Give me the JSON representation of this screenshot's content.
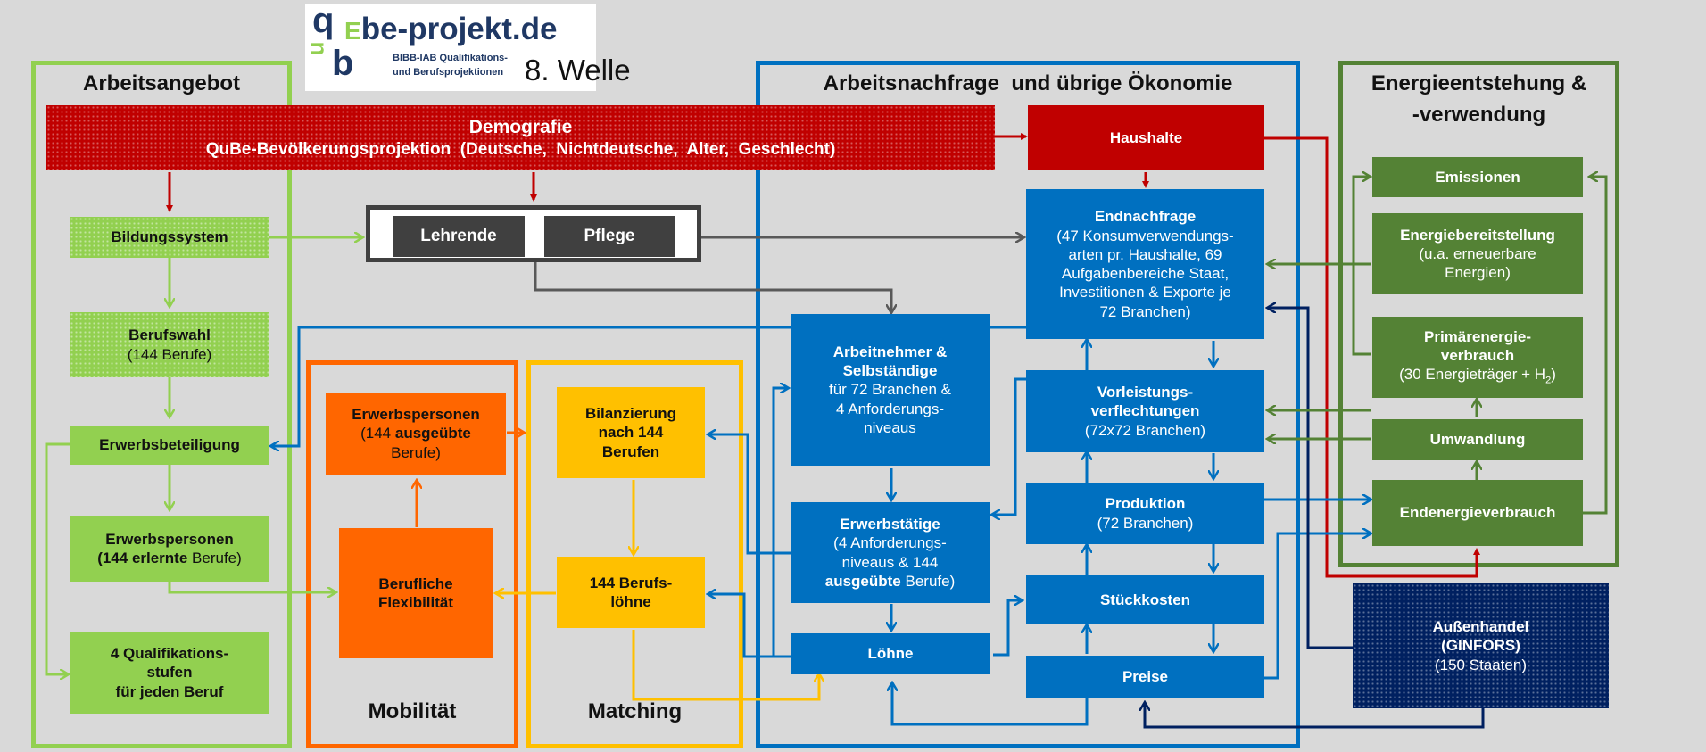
{
  "logo": {
    "q": "q",
    "u": "u",
    "b": "b",
    "e": "E",
    "brand_rest": "be-projekt.de",
    "sub1": "BIBB-IAB Qualifikations-",
    "sub2": "und Berufsprojektionen"
  },
  "welle": "8. Welle",
  "sections": {
    "arbeitsangebot": "Arbeitsangebot",
    "arbeitsnachfrage": "Arbeitsnachfrage  und übrige Ökonomie",
    "energie_line1": "Energieentstehung &",
    "energie_line2": "-verwendung",
    "mobilitaet": "Mobilität",
    "matching": "Matching"
  },
  "boxes": {
    "demografie": {
      "title": "Demografie",
      "sub": "QuBe-Bevölkerungsprojektion  (Deutsche,  Nichtdeutsche,  Alter,  Geschlecht)"
    },
    "haushalte": "Haushalte",
    "bildungssystem": "Bildungssystem",
    "lehrende": "Lehrende",
    "pflege": "Pflege",
    "berufswahl": {
      "title": "Berufswahl",
      "sub": "(144 Berufe)"
    },
    "erwerbsbeteiligung": "Erwerbsbeteiligung",
    "erwerbspersonen_l": {
      "title": "Erwerbspersonen",
      "sub_pre": "(144 ",
      "sub_bold": "erlernte",
      "sub_post": " Berufe)"
    },
    "qualifikationsstufen": {
      "l1": "4 Qualifikations-",
      "l2": "stufen",
      "l3": "für jeden Beruf"
    },
    "erwerbspersonen_m": {
      "title": "Erwerbspersonen",
      "sub_pre": "(144 ",
      "sub_bold": "ausgeübte",
      "sub_post": "Berufe)"
    },
    "flexibilitaet": {
      "l1": "Berufliche",
      "l2": "Flexibilität"
    },
    "bilanzierung": {
      "l1": "Bilanzierung",
      "l2": "nach 144",
      "l3": "Berufen"
    },
    "berufsloehne": {
      "l1": "144 Berufs-",
      "l2": "löhne"
    },
    "arbeitnehmer": {
      "l1": "Arbeitnehmer &",
      "l2": "Selbständige",
      "l3": "für 72 Branchen &",
      "l4": "4 Anforderungs-",
      "l5": "niveaus"
    },
    "erwerbstaetige": {
      "title": "Erwerbstätige",
      "l2": "(4 Anforderungs-",
      "l3": "niveaus & 144",
      "l4_bold": "ausgeübte",
      "l4_post": " Berufe)"
    },
    "loehne": "Löhne",
    "endnachfrage": {
      "title": "Endnachfrage",
      "l2": "(47 Konsumverwendungs-",
      "l3": "arten pr. Haushalte, 69",
      "l4": "Aufgabenbereiche Staat,",
      "l5": "Investitionen & Exporte je",
      "l6": "72 Branchen)"
    },
    "vorleistung": {
      "l1": "Vorleistungs-",
      "l2": "verflechtungen",
      "l3": "(72x72 Branchen)"
    },
    "produktion": {
      "title": "Produktion",
      "sub": "(72 Branchen)"
    },
    "stueckkosten": "Stückkosten",
    "preise": "Preise",
    "emissionen": "Emissionen",
    "energiebereitstellung": {
      "title": "Energiebereitstellung",
      "l2": "(u.a. erneuerbare",
      "l3": "Energien)"
    },
    "primaer": {
      "l1": "Primärenergie-",
      "l2": "verbrauch",
      "l3": "(30 Energieträger + H",
      "l3_sub": "2",
      "l3_post": ")"
    },
    "umwandlung": "Umwandlung",
    "endenergie": "Endenergieverbrauch",
    "aussenhandel": {
      "l1": "Außenhandel",
      "l2": "(GINFORS)",
      "l3": "(150 Staaten)"
    }
  },
  "colors": {
    "light_green": "#92d050",
    "dark_green": "#548235",
    "blue": "#0070c0",
    "dark_red": "#c00000",
    "orange": "#ff6600",
    "yellow": "#ffc000",
    "dark_gray": "#404040",
    "navy": "#002060",
    "gray_line": "#595959"
  }
}
